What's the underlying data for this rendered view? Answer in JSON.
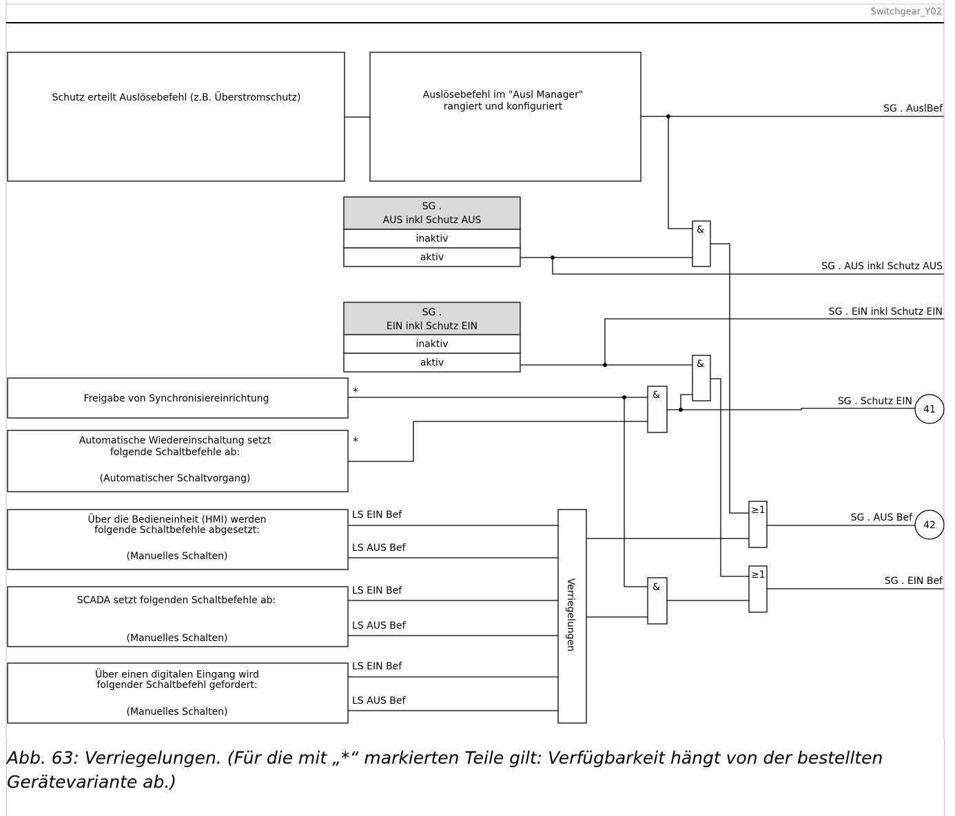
{
  "header": {
    "code": "Switchgear_Y02"
  },
  "blocks": {
    "protection_trip": "Schutz erteilt Auslösebefehl (z.B. Überstromschutz)",
    "trip_manager_line1": "Auslösebefehl im \"Ausl Manager\"",
    "trip_manager_line2": "rangiert und konfiguriert",
    "sync_release": "Freigabe von Synchronisiereinrichtung",
    "ar_line1": "Automatische Wiedereinschaltung setzt",
    "ar_line2": "folgende Schaltbefehle ab:",
    "ar_line3": "(Automatischer Schaltvorgang)",
    "hmi_line1": "Über die Bedieneinheit (HMI) werden",
    "hmi_line2": "folgende Schaltbefehle abgesetzt:",
    "hmi_line3": "(Manuelles Schalten)",
    "scada_line1": "SCADA setzt folgenden Schaltbefehle ab:",
    "scada_line3": "(Manuelles Schalten)",
    "di_line1": "Über einen digitalen Eingang wird",
    "di_line2": "folgender Schaltbefehl gefordert:",
    "di_line3": "(Manuelles Schalten)",
    "interlockings": "Verriegelungen"
  },
  "settings": {
    "aus": {
      "title_line1": "SG .",
      "title_line2": "AUS inkl Schutz AUS",
      "option1": "inaktiv",
      "option2": "aktiv"
    },
    "ein": {
      "title_line1": "SG .",
      "title_line2": "EIN inkl Schutz EIN",
      "option1": "inaktiv",
      "option2": "aktiv"
    }
  },
  "signals": {
    "ls_ein_bef": "LS EIN Bef",
    "ls_aus_bef": "LS AUS Bef",
    "asterisk": "*"
  },
  "outputs": {
    "ausl_bef": "SG . AuslBef",
    "aus_inkl": "SG . AUS inkl Schutz AUS",
    "ein_inkl": "SG . EIN inkl Schutz EIN",
    "schutz_ein": "SG . Schutz EIN",
    "aus_bef": "SG . AUS Bef",
    "ein_bef": "SG . EIN Bef"
  },
  "gates": {
    "and": "&",
    "or": "≥1"
  },
  "refs": {
    "schutz_ein": "41",
    "aus_bef": "42"
  },
  "caption": "Abb. 63: Verriegelungen. (Für die mit „*“ markierten Teile gilt: Verfügbarkeit hängt von der bestellten Gerätevariante ab.)",
  "colors": {
    "setting_header": "#d9d9d9",
    "line": "#000000",
    "frame": "#bdbdbd"
  }
}
